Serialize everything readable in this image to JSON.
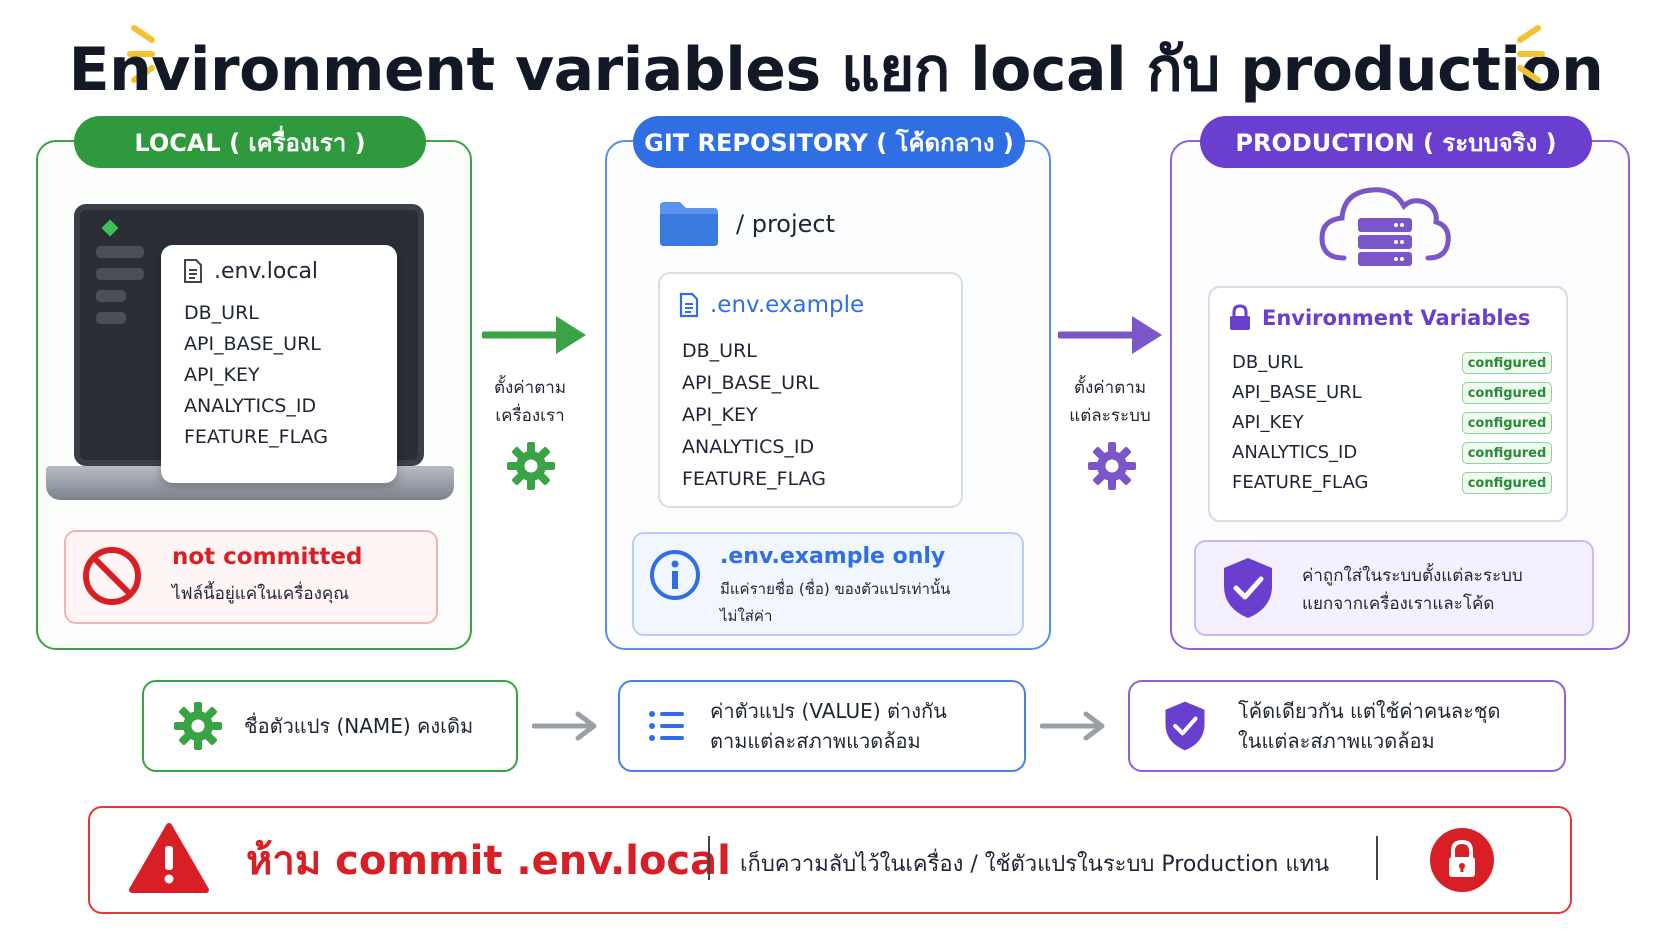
{
  "title": "Environment variables แยก local กับ production",
  "colors": {
    "local": "#2f9a3d",
    "git": "#2f6ee3",
    "prod": "#6a3fd0",
    "danger": "#d81f26",
    "spark": "#f2c230"
  },
  "local": {
    "header": "LOCAL ( เครื่องเรา )",
    "file_name": ".env.local",
    "file_icon": "document-icon",
    "vars": [
      "DB_URL",
      "API_BASE_URL",
      "API_KEY",
      "ANALYTICS_ID",
      "FEATURE_FLAG"
    ],
    "status_title": "not committed",
    "status_desc": "ไฟล์นี้อยู่แค่ในเครื่องคุณ",
    "status_icon": "prohibited-icon"
  },
  "arrow1": {
    "label_line1": "ตั้งค่าตาม",
    "label_line2": "เครื่องเรา",
    "icon": "gear-icon"
  },
  "git": {
    "header": "GIT REPOSITORY ( โค้ดกลาง )",
    "folder": "/ project",
    "folder_icon": "folder-icon",
    "file_name": ".env.example",
    "vars": [
      "DB_URL",
      "API_BASE_URL",
      "API_KEY",
      "ANALYTICS_ID",
      "FEATURE_FLAG"
    ],
    "info_title": ".env.example only",
    "info_desc_line1": "มีแค่รายชื่อ (ชื่อ) ของตัวแปรเท่านั้น",
    "info_desc_line2": "ไม่ใส่ค่า",
    "info_icon": "info-icon"
  },
  "arrow2": {
    "label_line1": "ตั้งค่าตาม",
    "label_line2": "แต่ละระบบ",
    "icon": "gear-icon"
  },
  "prod": {
    "header": "PRODUCTION ( ระบบจริง )",
    "cloud_icon": "cloud-server-icon",
    "card_title": "Environment Variables",
    "card_icon": "lock-icon",
    "vars": [
      {
        "name": "DB_URL",
        "status": "configured"
      },
      {
        "name": "API_BASE_URL",
        "status": "configured"
      },
      {
        "name": "API_KEY",
        "status": "configured"
      },
      {
        "name": "ANALYTICS_ID",
        "status": "configured"
      },
      {
        "name": "FEATURE_FLAG",
        "status": "configured"
      }
    ],
    "note_line1": "ค่าถูกใส่ในระบบตั้งแต่ละระบบ",
    "note_line2": "แยกจากเครื่องเราและโค้ด",
    "note_icon": "shield-check-icon"
  },
  "flow": [
    {
      "icon": "gear-icon",
      "line1": "ชื่อตัวแปร (NAME) คงเดิม",
      "line2": ""
    },
    {
      "icon": "list-icon",
      "line1": "ค่าตัวแปร (VALUE) ต่างกัน",
      "line2": "ตามแต่ละสภาพแวดล้อม"
    },
    {
      "icon": "shield-check-icon",
      "line1": "โค้ดเดียวกัน แต่ใช้ค่าคนละชุด",
      "line2": "ในแต่ละสภาพแวดล้อม"
    }
  ],
  "warning": {
    "icon": "warning-icon",
    "main": "ห้าม commit .env.local",
    "sub": "เก็บความลับไว้ในเครื่อง / ใช้ตัวแปรในระบบ Production แทน",
    "lock_icon": "lock-icon"
  }
}
